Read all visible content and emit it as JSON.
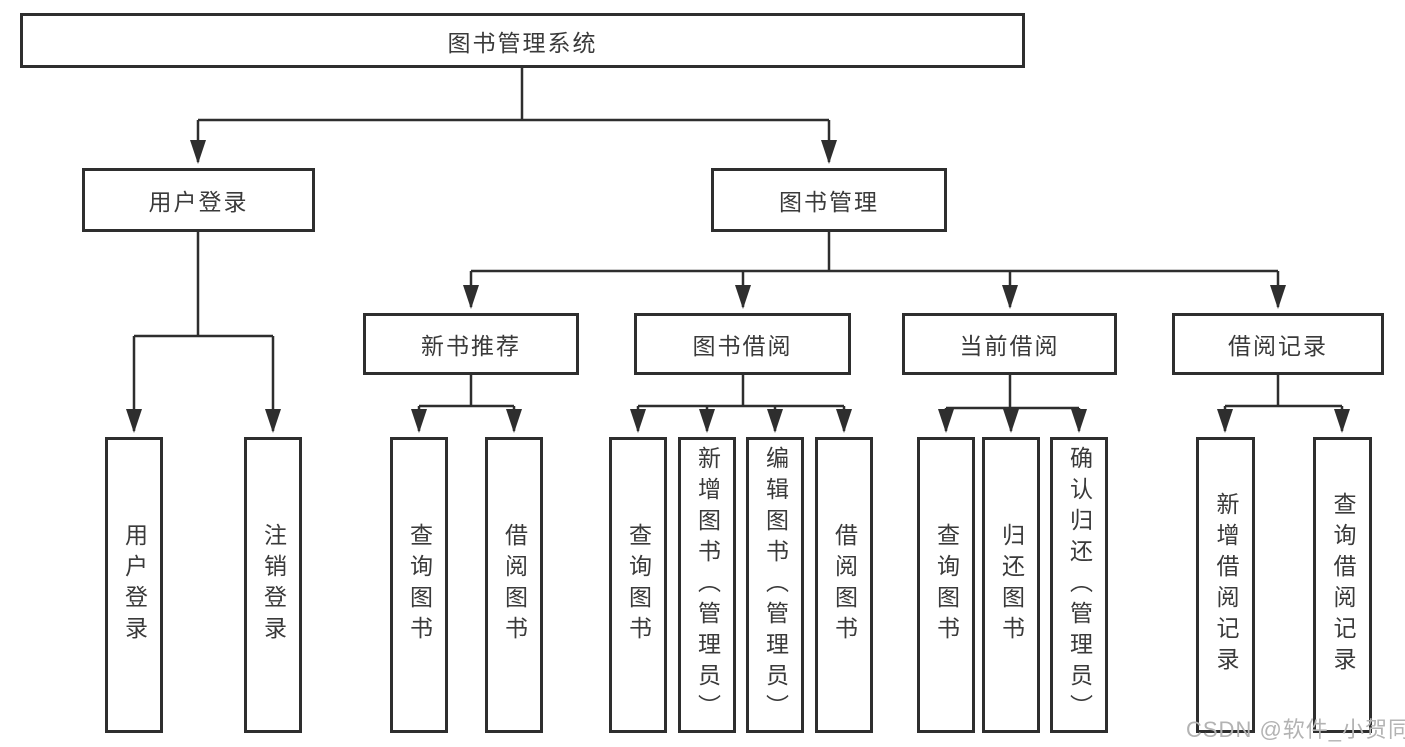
{
  "nodes": {
    "root": "图书管理系统",
    "user_login": "用户登录",
    "book_mgmt": "图书管理",
    "new_book_rec": "新书推荐",
    "book_borrow": "图书借阅",
    "current_borrow": "当前借阅",
    "borrow_record": "借阅记录",
    "leaf_user_login": "用户登录",
    "leaf_logout": "注销登录",
    "leaf_nbr_query_book": "查询图书",
    "leaf_nbr_borrow_book": "借阅图书",
    "leaf_bb_query_book": "查询图书",
    "leaf_bb_add_book": "新增图书（管理员）",
    "leaf_bb_edit_book": "编辑图书（管理员）",
    "leaf_bb_borrow_book": "借阅图书",
    "leaf_cb_query_book": "查询图书",
    "leaf_cb_return_book": "归还图书",
    "leaf_cb_confirm_return": "确认归还（管理员）",
    "leaf_br_add_record": "新增借阅记录",
    "leaf_br_query_record": "查询借阅记录"
  },
  "tree": {
    "label": "图书管理系统",
    "children": [
      {
        "label": "用户登录",
        "children": [
          {
            "label": "用户登录"
          },
          {
            "label": "注销登录"
          }
        ]
      },
      {
        "label": "图书管理",
        "children": [
          {
            "label": "新书推荐",
            "children": [
              {
                "label": "查询图书"
              },
              {
                "label": "借阅图书"
              }
            ]
          },
          {
            "label": "图书借阅",
            "children": [
              {
                "label": "查询图书"
              },
              {
                "label": "新增图书（管理员）"
              },
              {
                "label": "编辑图书（管理员）"
              },
              {
                "label": "借阅图书"
              }
            ]
          },
          {
            "label": "当前借阅",
            "children": [
              {
                "label": "查询图书"
              },
              {
                "label": "归还图书"
              },
              {
                "label": "确认归还（管理员）"
              }
            ]
          },
          {
            "label": "借阅记录",
            "children": [
              {
                "label": "新增借阅记录"
              },
              {
                "label": "查询借阅记录"
              }
            ]
          }
        ]
      }
    ]
  },
  "watermark": {
    "text": "CSDN @软件_小贺同学",
    "color": "#b3b3b3"
  },
  "colors": {
    "line": "#2e2e2e",
    "box_border": "#2e2e2e",
    "box_fill": "#ffffff",
    "text": "#3a3a3a",
    "background": "#ffffff"
  }
}
